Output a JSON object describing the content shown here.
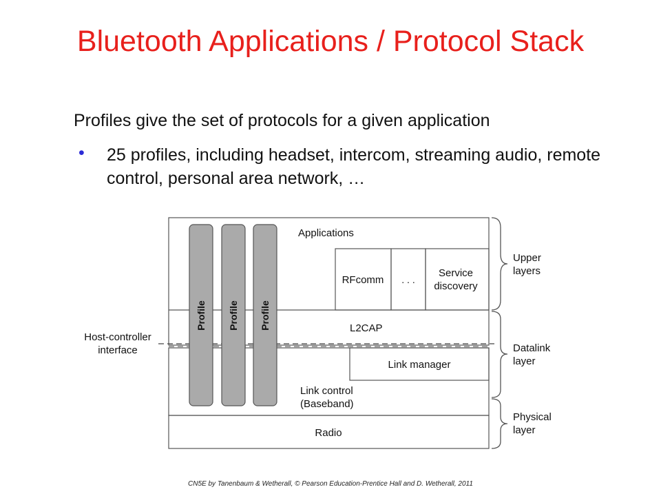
{
  "slide": {
    "title": "Bluetooth Applications / Protocol Stack",
    "intro": "Profiles give the set of protocols for a given application",
    "bullet_mark": "•",
    "bullet": "25 profiles, including headset, intercom, streaming audio, remote control, personal area network, …",
    "footer": "CN5E by Tanenbaum & Wetherall, © Pearson Education-Prentice Hall and D. Wetherall, 2011"
  },
  "diagram": {
    "blocks": {
      "applications": "Applications",
      "rfcomm": "RFcomm",
      "ellipsis": ". . .",
      "service_line1": "Service",
      "service_line2": "discovery",
      "l2cap": "L2CAP",
      "link_manager": "Link manager",
      "link_control_line1": "Link control",
      "link_control_line2": "(Baseband)",
      "radio": "Radio"
    },
    "profiles": [
      "Profile",
      "Profile",
      "Profile"
    ],
    "host_controller_line1": "Host-controller",
    "host_controller_line2": "interface",
    "layers": {
      "upper_line1": "Upper",
      "upper_line2": "layers",
      "datalink_line1": "Datalink",
      "datalink_line2": "layer",
      "physical_line1": "Physical",
      "physical_line2": "layer"
    },
    "colors": {
      "profile_fill": "#aaaaaa",
      "stroke": "#555555"
    }
  }
}
